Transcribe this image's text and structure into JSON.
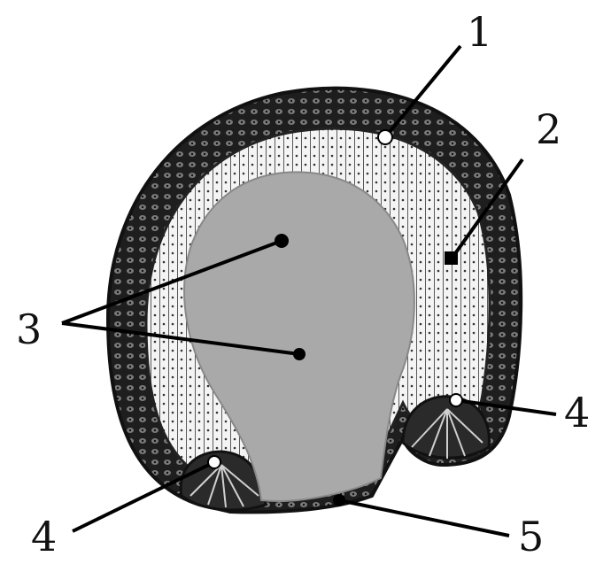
{
  "diagram": {
    "labels": {
      "l1": "1",
      "l2": "2",
      "l3": "3",
      "l4a": "4",
      "l4b": "4",
      "l5": "5"
    },
    "colors": {
      "outer_layer": "#1c1c1c",
      "inner_layer": "#f2f2f2",
      "cavity": "#a9a9a9",
      "pointer": "#000000"
    }
  }
}
